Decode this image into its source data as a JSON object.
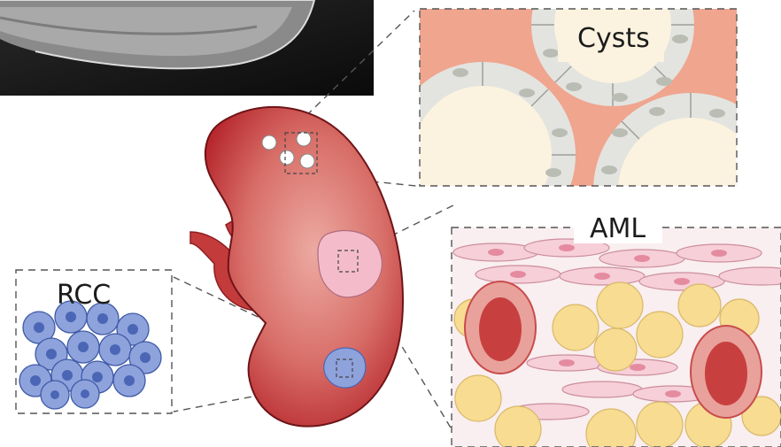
{
  "labels": {
    "cysts": "Cysts",
    "aml": "AML",
    "rcc": "RCC"
  },
  "colors": {
    "kidney_outer": "#b8262c",
    "kidney_light": "#e08a86",
    "cyst_fill": "#fbf3df",
    "cyst_bg": "#f0a58e",
    "cell_wall": "#d9dad6",
    "fat_cell": "#f7dc92",
    "muscle_cell": "#f6cfd8",
    "vessel": "#d9554f",
    "rcc_cell": "#8ea2dc",
    "rcc_nucleus": "#4a66b5",
    "dashed": "#555555"
  }
}
